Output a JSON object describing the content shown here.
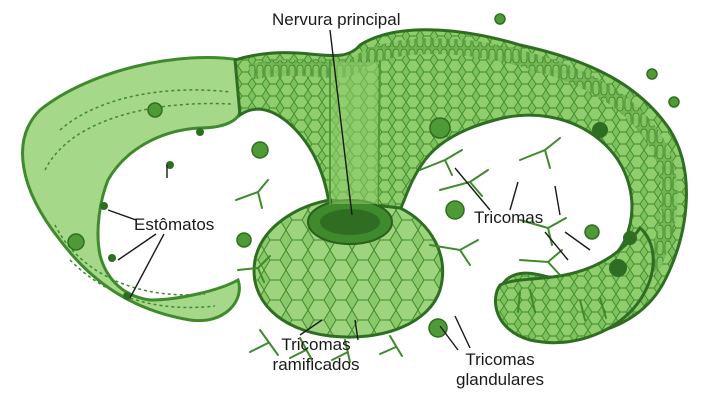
{
  "labels": {
    "nervura_principal": "Nervura principal",
    "estomatos": "Estômatos",
    "tricomas": "Tricomas",
    "tricomas_ramificados": [
      "Tricomas",
      "ramificados"
    ],
    "tricomas_glandulares": [
      "Tricomas",
      "glandulares"
    ]
  },
  "colors": {
    "tissue_light": "#9bd27c",
    "tissue_mid": "#6fb64e",
    "tissue_dark": "#3f8a2c",
    "cell_line": "#2f6e22",
    "leader_line": "#1a1a1a"
  }
}
